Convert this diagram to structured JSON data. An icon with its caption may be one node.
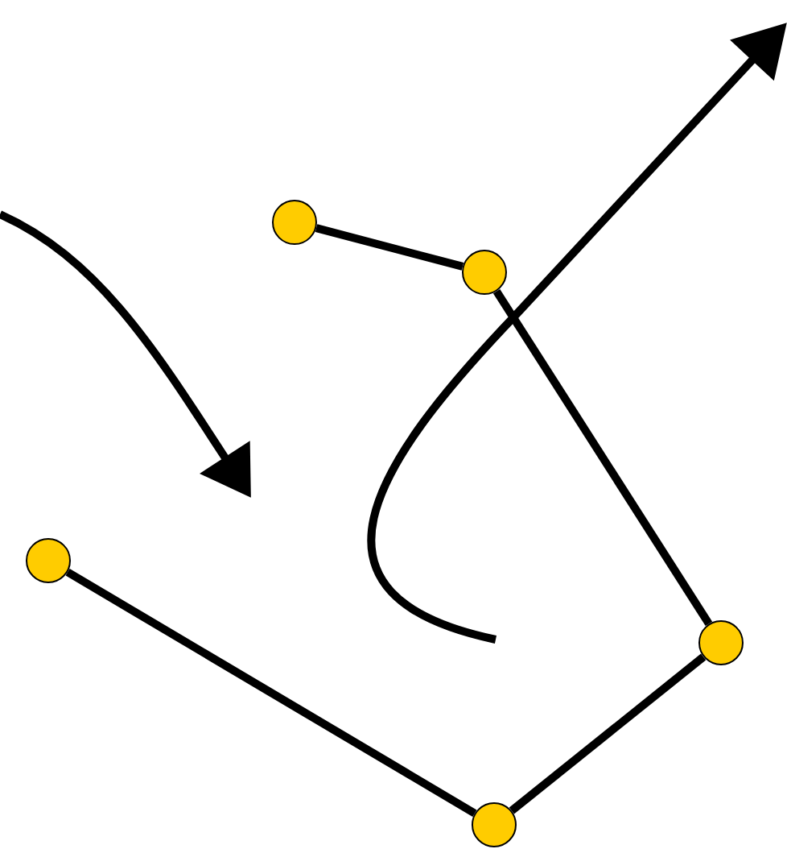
{
  "diagram": {
    "nodes": [
      {
        "text": [],
        "shape": "circle"
      },
      {
        "text": [],
        "shape": "circle"
      },
      {
        "text": [],
        "shape": "circle"
      },
      {
        "text": [],
        "shape": "circle"
      },
      {
        "text": [],
        "shape": "circle"
      }
    ],
    "edges": [
      {
        "from": 0,
        "to": 1,
        "arrow": "none"
      },
      {
        "from": 1,
        "to": 3,
        "arrow": "none"
      },
      {
        "from": 2,
        "to": 4,
        "arrow": "none"
      },
      {
        "from": 4,
        "to": 3,
        "arrow": "none"
      }
    ]
  }
}
